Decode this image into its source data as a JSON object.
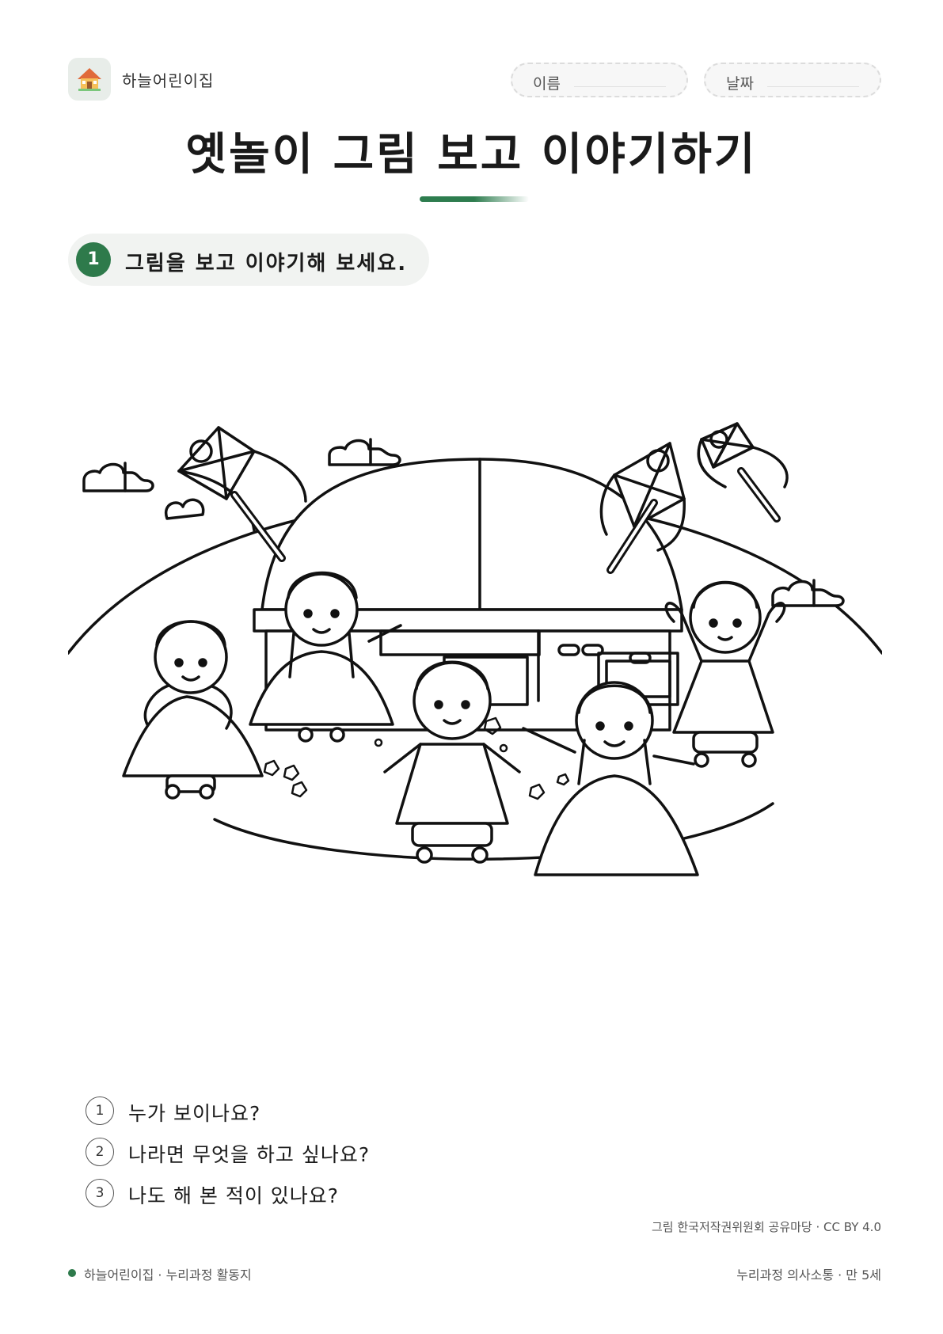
{
  "header": {
    "brand_name": "하늘어린이집",
    "name_label": "이름",
    "date_label": "날짜"
  },
  "title": "옛놀이 그림 보고 이야기하기",
  "section": {
    "number": "1",
    "instruction": "그림을 보고 이야기해 보세요."
  },
  "questions": [
    {
      "number": "1",
      "text": "누가 보이나요?"
    },
    {
      "number": "2",
      "text": "나라면 무엇을 하고 싶나요?"
    },
    {
      "number": "3",
      "text": "나도 해 본 적이 있나요?"
    }
  ],
  "credit": "그림 한국저작권위원회 공유마당 · CC BY 4.0",
  "footer": {
    "left": "하늘어린이집 · 누리과정 활동지",
    "right": "누리과정 의사소통 · 만 5세"
  },
  "colors": {
    "accent": "#2e7a4b"
  },
  "icons": {
    "logo": "house-icon"
  }
}
